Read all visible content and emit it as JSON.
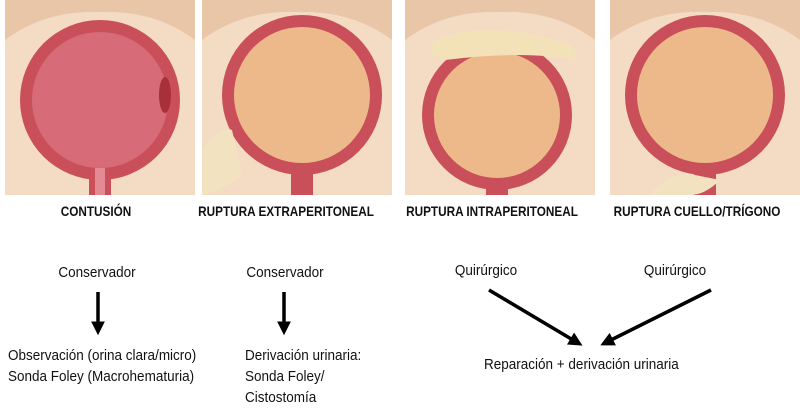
{
  "columns": [
    {
      "title": "CONTUSIÓN",
      "treatment": "Conservador",
      "outcome": [
        "Observación (orina clara/micro)",
        "Sonda Foley (Macrohematuria)"
      ]
    },
    {
      "title": "RUPTURA EXTRAPERITONEAL",
      "treatment": "Conservador",
      "outcome": [
        "Derivación urinaria:",
        "Sonda Foley/",
        "Cistostomía"
      ]
    },
    {
      "title": "RUPTURA INTRAPERITONEAL",
      "treatment": "Quirúrgico"
    },
    {
      "title": "RUPTURA CUELLO/TRÍGONO",
      "treatment": "Quirúrgico"
    }
  ],
  "shared_outcome": "Reparación + derivación urinaria",
  "colors": {
    "bladder_wall": "#c9505a",
    "interior_contusion": "#d86b78",
    "interior": "#eeb98a",
    "tissue": "#f2d5b8",
    "arrow": "#000000"
  }
}
